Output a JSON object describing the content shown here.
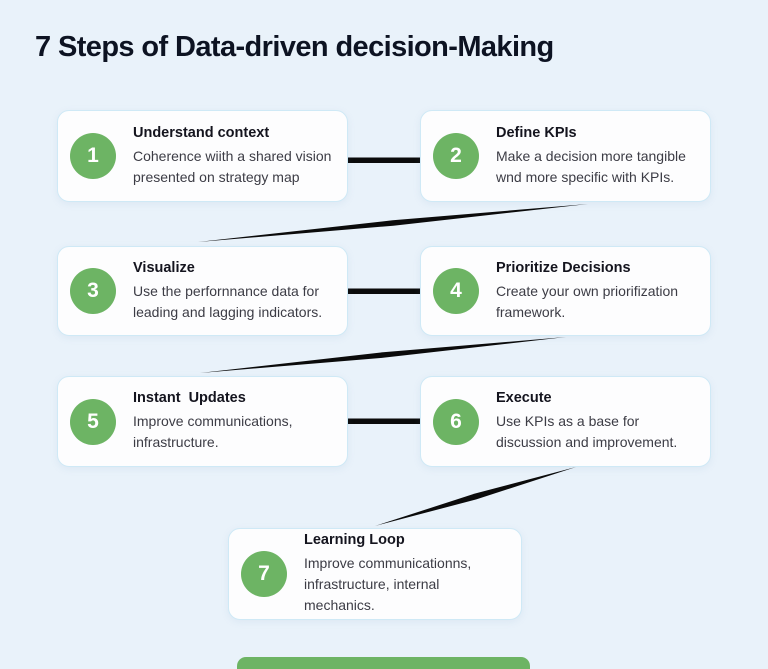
{
  "page": {
    "title": "7 Steps of Data-driven decision-Making",
    "background_color": "#e9f2fa",
    "card_border_color": "#cfe9f6",
    "accent_green": "#6db464",
    "connector_color": "#0b0b0b"
  },
  "steps": [
    {
      "number": "1",
      "title": "Understand context",
      "description": "Coherence wiith a shared vision presented on strategy map"
    },
    {
      "number": "2",
      "title": "Define KPIs",
      "description": "Make a decision more tangible wnd more specific with KPIs."
    },
    {
      "number": "3",
      "title": "Visualize",
      "description": "Use the perfornnance data for leading and lagging indicators."
    },
    {
      "number": "4",
      "title": "Prioritize Decisions",
      "description": "Create your own priorifization framework."
    },
    {
      "number": "5",
      "title": "Instant  Updates",
      "description": "Improve communications, infrastructure."
    },
    {
      "number": "6",
      "title": "Execute",
      "description": "Use KPIs as a base for discussion and improvement."
    },
    {
      "number": "7",
      "title": "Learning Loop",
      "description": "Improve communicationns, infrastructure, internal mechanics."
    }
  ]
}
